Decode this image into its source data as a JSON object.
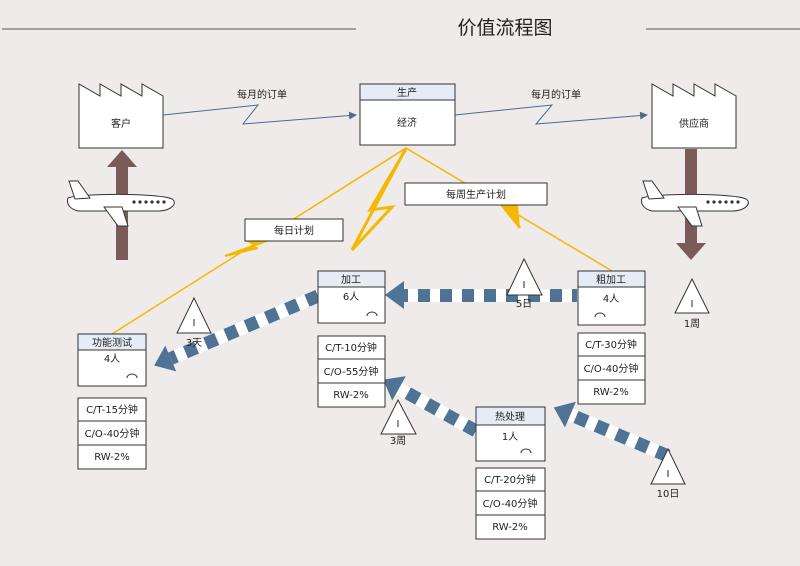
{
  "title": "价值流程图",
  "customer": {
    "label": "客户"
  },
  "supplier": {
    "label": "供应商"
  },
  "production_control": {
    "header": "生产",
    "label": "经济"
  },
  "flows": {
    "order_left": "每月的订单",
    "order_right": "每月的订单",
    "weekly_plan": "每周生产计划",
    "daily_plan": "每日计划"
  },
  "processes": [
    {
      "id": "rough",
      "name": "粗加工",
      "operators": "4人",
      "data": [
        "C/T-30分钟",
        "C/O-40分钟",
        "RW-2%"
      ]
    },
    {
      "id": "machining",
      "name": "加工",
      "operators": "6人",
      "data": [
        "C/T-10分钟",
        "C/O-55分钟",
        "RW-2%"
      ]
    },
    {
      "id": "heat",
      "name": "热处理",
      "operators": "1人",
      "data": [
        "C/T-20分钟",
        "C/O-40分钟",
        "RW-2%"
      ]
    },
    {
      "id": "test",
      "name": "功能测试",
      "operators": "4人",
      "data": [
        "C/T-15分钟",
        "C/O-40分钟",
        "RW-2%"
      ]
    }
  ],
  "inventory": [
    {
      "id": "supplier_inv",
      "days": "1周"
    },
    {
      "id": "rough_inv",
      "days": "5日"
    },
    {
      "id": "heat_inv",
      "days": "3周"
    },
    {
      "id": "test_inv",
      "days": "3天"
    },
    {
      "id": "incoming_inv",
      "days": "10日"
    }
  ],
  "inventory_symbol": "I",
  "colors": {
    "push_arrow": "#4f7394",
    "shipment": "#7b5b57",
    "info_flash": "#f5b800"
  }
}
